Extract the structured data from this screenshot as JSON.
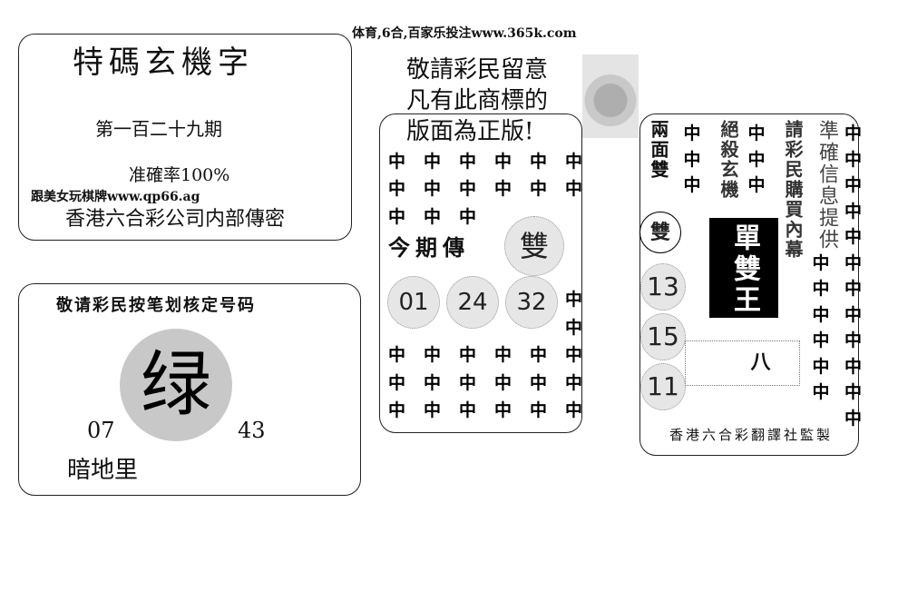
{
  "header": {
    "ad_text": "体育,6合,百家乐投注www.365k.com"
  },
  "box1": {
    "title": "特碼玄機字",
    "issue": "第一百二十九期",
    "accuracy": "准確率100%",
    "ad_text": "跟美女玩棋牌www.qp66.ag",
    "source": "香港六合彩公司内部傳密"
  },
  "box2": {
    "heading": "敬请彩民按笔划核定号码",
    "color_char": "绿",
    "num_left": "07",
    "num_right": "43",
    "footer": "暗地里"
  },
  "middle": {
    "notice_lines": [
      "敬請彩民留意",
      "凡有此商標的",
      "版面為正版!"
    ],
    "grid_char": "中",
    "label": "今期傳",
    "circle_char": "雙",
    "numbers": [
      "01",
      "24",
      "32"
    ]
  },
  "right": {
    "col1": "兩面雙",
    "col2": "絕殺玄機",
    "col3": "請彩民購買內幕",
    "col4": "準確信息提供",
    "circle_char": "雙",
    "numbers": [
      "13",
      "15",
      "11"
    ],
    "black_box": "單雙王",
    "dotted_char": "八",
    "footer": "香港六合彩翻譯社監製"
  }
}
